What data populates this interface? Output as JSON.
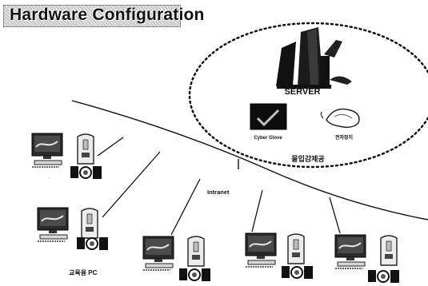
{
  "title": "Hardware Configuration",
  "server_group": {
    "server_label": "SERVER",
    "glove_label": "Cyber Glove",
    "tracker_label": "전자장치",
    "group_label": "몰입감제공"
  },
  "network": {
    "intranet_label": "Intranet"
  },
  "workstations": {
    "pc_label": "교육용 PC"
  }
}
